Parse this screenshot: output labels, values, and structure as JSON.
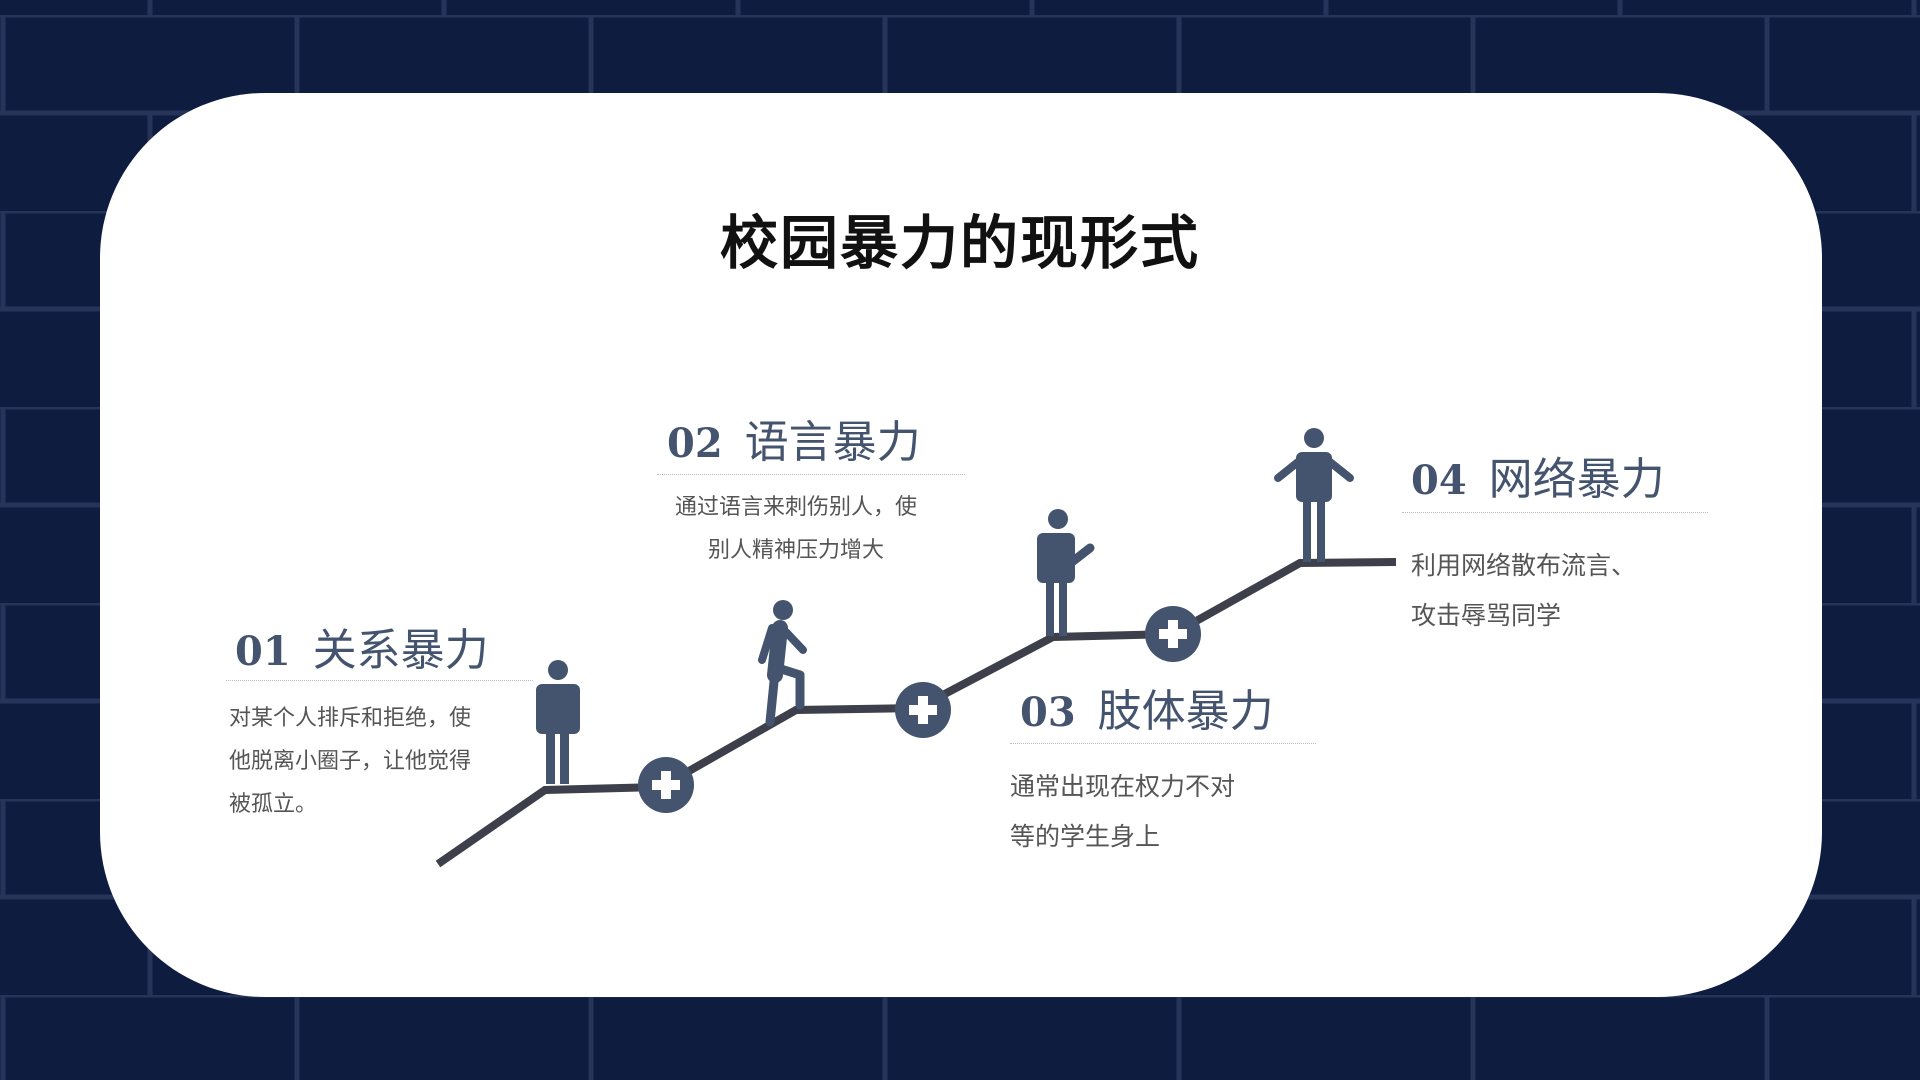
{
  "title": "校园暴力的现形式",
  "steps": [
    {
      "num": "01",
      "label": "关系暴力",
      "desc": [
        "对某个人排斥和拒绝，使",
        "他脱离小圈子，让他觉得",
        "被孤立。"
      ]
    },
    {
      "num": "02",
      "label": "语言暴力",
      "desc": [
        "通过语言来刺伤别人，使",
        "别人精神压力增大"
      ]
    },
    {
      "num": "03",
      "label": "肢体暴力",
      "desc": [
        "通常出现在权力不对",
        "等的学生身上"
      ]
    },
    {
      "num": "04",
      "label": "网络暴力",
      "desc": [
        "利用网络散布流言、",
        "攻击辱骂同学"
      ]
    }
  ],
  "colors": {
    "background": "#0e1c40",
    "accent": "#45546e",
    "line": "#3d3f4a"
  }
}
